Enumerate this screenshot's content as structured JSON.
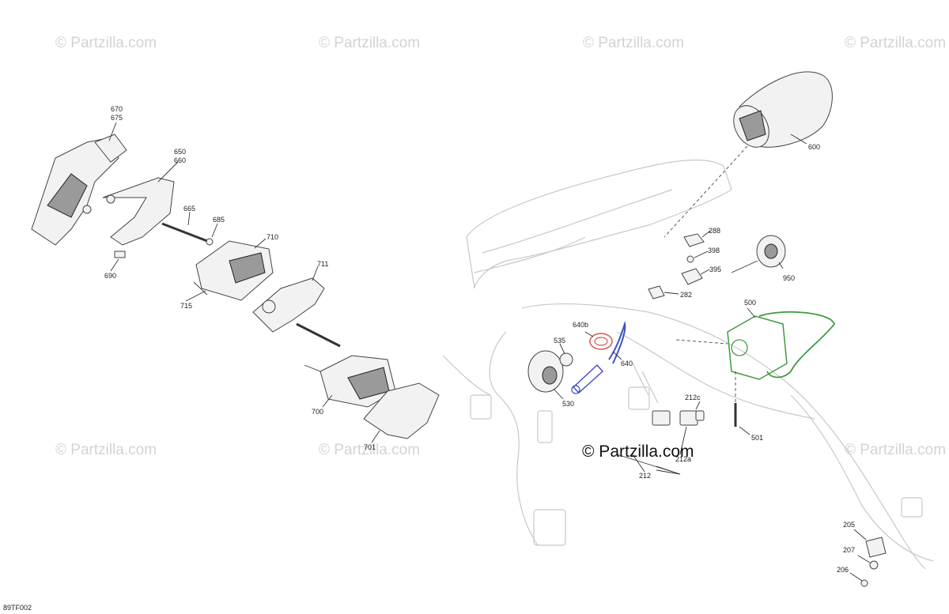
{
  "watermark": {
    "text": "© Partzilla.com",
    "main_text": "© Partzilla.com"
  },
  "figure_code": "89TF002",
  "labels": {
    "p670": "670",
    "p675": "675",
    "p650": "650",
    "p660": "660",
    "p665": "665",
    "p685": "685",
    "p710": "710",
    "p690": "690",
    "p715": "715",
    "p711": "711",
    "p700": "700",
    "p701": "701",
    "p600": "600",
    "p288": "288",
    "p398": "398",
    "p395": "395",
    "p950": "950",
    "p282": "282",
    "p500": "500",
    "p535": "535",
    "p640b": "640b",
    "p640": "640",
    "p530": "530",
    "p212c": "212c",
    "p501": "501",
    "p212a": "212a",
    "p212": "212",
    "p205": "205",
    "p207": "207",
    "p206": "206"
  },
  "highlight_colors": {
    "red_part": "#d9534f",
    "blue_part": "#3b4fc4",
    "green_part": "#3f9a3f"
  }
}
